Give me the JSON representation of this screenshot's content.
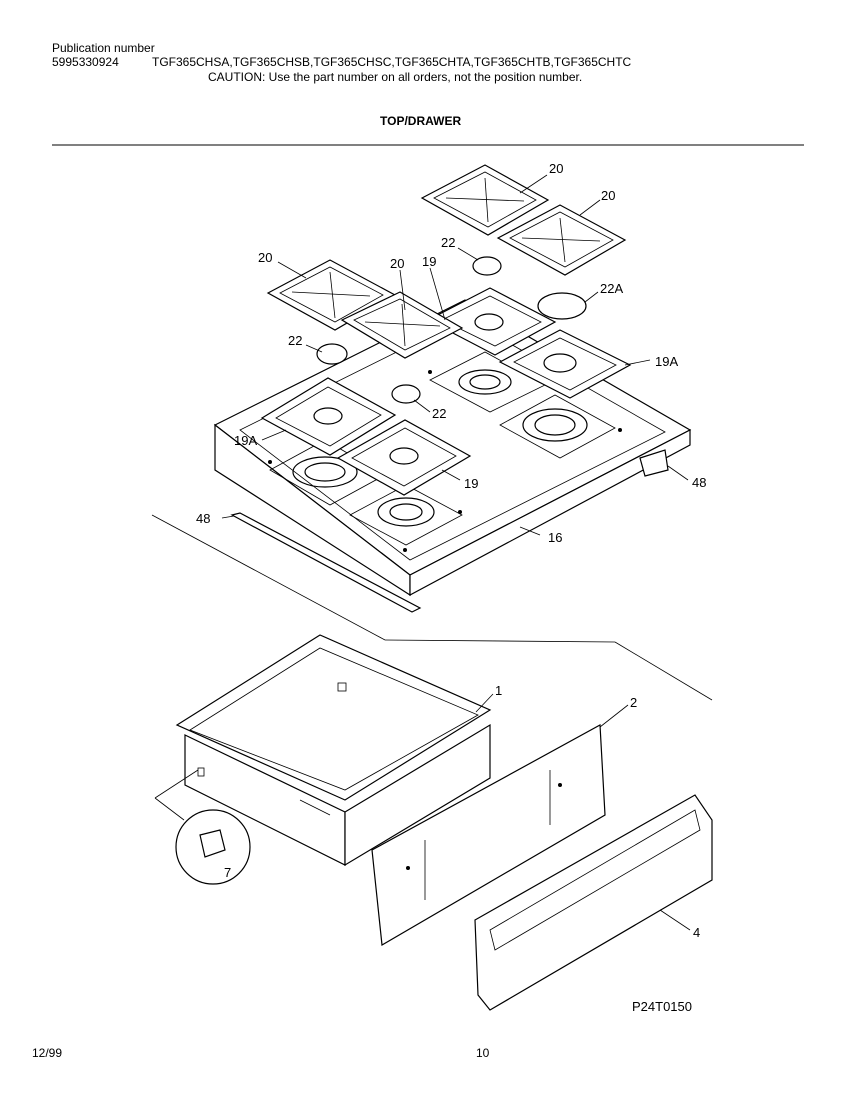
{
  "header": {
    "publication_label": "Publication number",
    "publication_number": "5995330924",
    "models": "TGF365CHSA,TGF365CHSB,TGF365CHSC,TGF365CHTA,TGF365CHTB,TGF365CHTC",
    "caution": "CAUTION: Use the part number on all orders, not the position number.",
    "section_title": "TOP/DRAWER"
  },
  "callouts": {
    "grate_a": "20",
    "grate_b": "20",
    "grate_c": "20",
    "grate_d": "20",
    "cap_a": "22",
    "cap_b": "22",
    "cap_c": "22",
    "cap_large": "22A",
    "plate_a": "19",
    "plate_b": "19",
    "plate_c": "19A",
    "plate_d": "19A",
    "trim_right": "48",
    "trim_left": "48",
    "cooktop": "16",
    "drawer_body": "1",
    "drawer_panel": "2",
    "drawer_handle": "4",
    "drawer_roller": "7"
  },
  "footer": {
    "figure_id": "P24T0150",
    "date": "12/99",
    "page_number": "10"
  }
}
